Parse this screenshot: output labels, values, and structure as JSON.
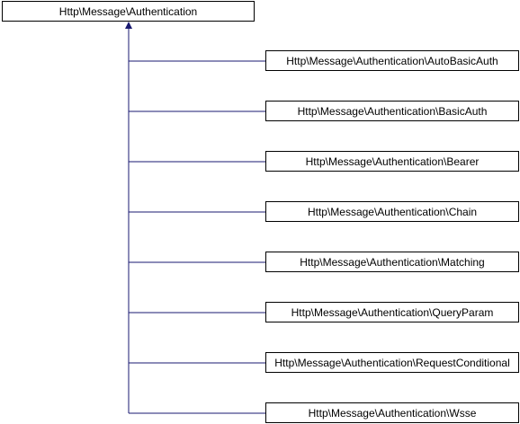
{
  "diagram": {
    "base_class": "Http\\Message\\Authentication",
    "derived_classes": [
      "Http\\Message\\Authentication\\AutoBasicAuth",
      "Http\\Message\\Authentication\\BasicAuth",
      "Http\\Message\\Authentication\\Bearer",
      "Http\\Message\\Authentication\\Chain",
      "Http\\Message\\Authentication\\Matching",
      "Http\\Message\\Authentication\\QueryParam",
      "Http\\Message\\Authentication\\RequestConditional",
      "Http\\Message\\Authentication\\Wsse"
    ],
    "colors": {
      "box_border": "#000000",
      "box_fill": "#ffffff",
      "connector": "#191970"
    }
  }
}
